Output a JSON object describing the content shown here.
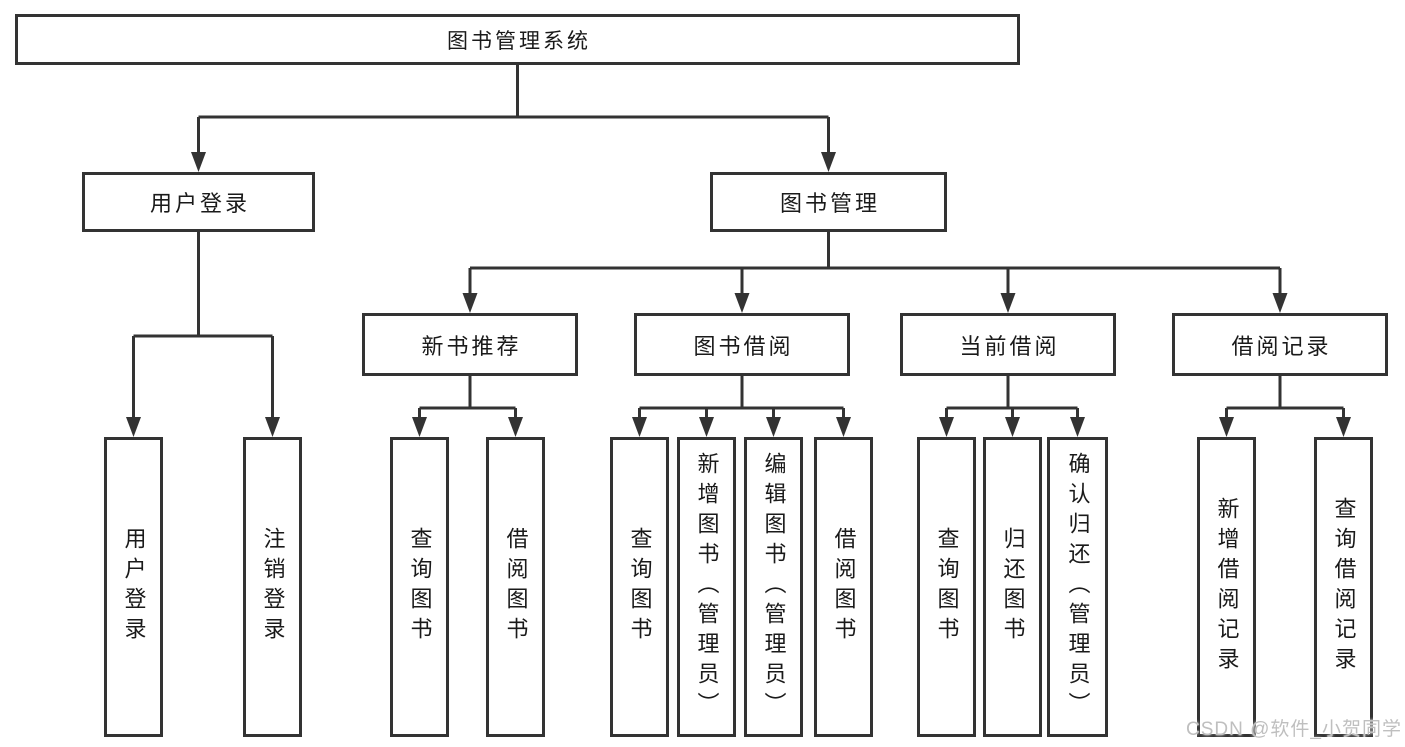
{
  "diagram": {
    "title": "图书管理系统",
    "root": {
      "label": "图书管理系统"
    },
    "level2": [
      {
        "id": "user-login",
        "label": "用户登录"
      },
      {
        "id": "book-mgmt",
        "label": "图书管理"
      }
    ],
    "level3": [
      {
        "id": "new-book-recommend",
        "parent": "book-mgmt",
        "label": "新书推荐"
      },
      {
        "id": "book-borrow",
        "parent": "book-mgmt",
        "label": "图书借阅"
      },
      {
        "id": "current-borrow",
        "parent": "book-mgmt",
        "label": "当前借阅"
      },
      {
        "id": "borrow-record",
        "parent": "book-mgmt",
        "label": "借阅记录"
      }
    ],
    "level4": [
      {
        "parent": "user-login",
        "label": "用户登录"
      },
      {
        "parent": "user-login",
        "label": "注销登录"
      },
      {
        "parent": "new-book-recommend",
        "label": "查询图书"
      },
      {
        "parent": "new-book-recommend",
        "label": "借阅图书"
      },
      {
        "parent": "book-borrow",
        "label": "查询图书"
      },
      {
        "parent": "book-borrow",
        "label": "新增图书（管理员）"
      },
      {
        "parent": "book-borrow",
        "label": "编辑图书（管理员）"
      },
      {
        "parent": "book-borrow",
        "label": "借阅图书"
      },
      {
        "parent": "current-borrow",
        "label": "查询图书"
      },
      {
        "parent": "current-borrow",
        "label": "归还图书"
      },
      {
        "parent": "current-borrow",
        "label": "确认归还（管理员）"
      },
      {
        "parent": "borrow-record",
        "label": "新增借阅记录"
      },
      {
        "parent": "borrow-record",
        "label": "查询借阅记录"
      }
    ],
    "watermark": "CSDN @软件_小贺同学",
    "colors": {
      "line": "#333333",
      "text": "#1a1a1a",
      "background": "#ffffff",
      "watermark": "#bfbfbf"
    }
  }
}
